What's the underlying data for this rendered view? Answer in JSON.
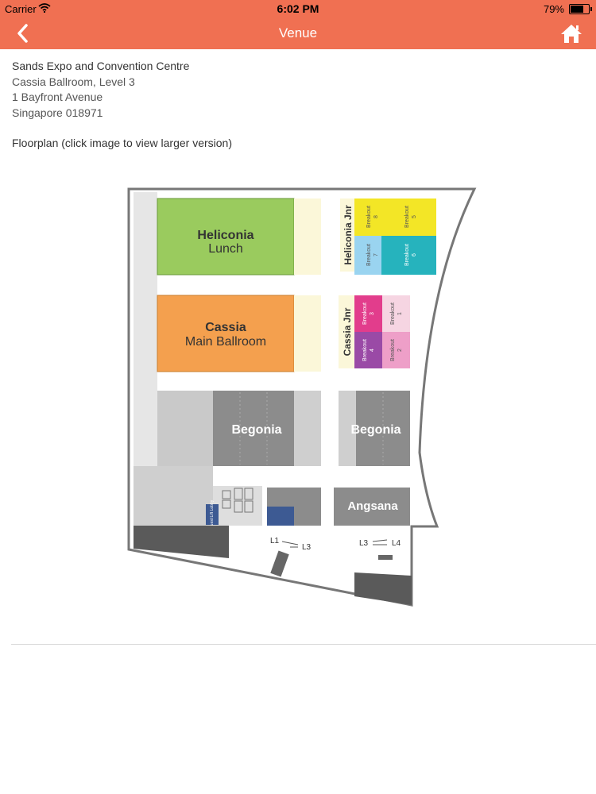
{
  "status_bar": {
    "carrier": "Carrier",
    "time": "6:02 PM",
    "battery": "79%",
    "battery_level": 0.79
  },
  "nav": {
    "title": "Venue",
    "back_icon": "chevron-left-icon",
    "home_icon": "home-icon"
  },
  "venue": {
    "name": "Sands Expo and Convention Centre",
    "room": "Cassia Ballroom, Level 3",
    "street": "1 Bayfront Avenue",
    "city": "Singapore 018971",
    "floorplan_label": "Floorplan (click image to view larger version)"
  },
  "floorplan": {
    "heliconia_title": "Heliconia",
    "heliconia_sub": "Lunch",
    "cassia_title": "Cassia",
    "cassia_sub": "Main Ballroom",
    "heliconia_jnr": "Heliconia Jnr",
    "cassia_jnr": "Cassia Jnr",
    "begonia_left": "Begonia",
    "begonia_right": "Begonia",
    "angsana": "Angsana",
    "breakout_word": "Breakout",
    "breakout_8": "8",
    "breakout_5": "5",
    "breakout_7": "7",
    "breakout_6": "6",
    "breakout_3": "3",
    "breakout_1": "1",
    "breakout_4": "4",
    "breakout_2": "2",
    "guest_lift_lobby": "Guest Lift Lobby",
    "stairs_left_from": "L1",
    "stairs_left_to": "L3",
    "stairs_right_from": "L3",
    "stairs_right_to": "L4",
    "colors": {
      "heliconia": "#9acb5e",
      "cassia": "#f4a04e",
      "breakout_yellow": "#f3e626",
      "breakout_blue": "#9ad4f0",
      "breakout_teal": "#26b3bd",
      "breakout_magenta": "#e23d8c",
      "breakout_pink_light": "#f6d5e2",
      "breakout_purple": "#9a4aa6",
      "breakout_pink": "#ee9fc8",
      "begonia": "#8c8c8c",
      "angsana": "#8c8c8c",
      "lobby_blue": "#3d5a93"
    }
  }
}
